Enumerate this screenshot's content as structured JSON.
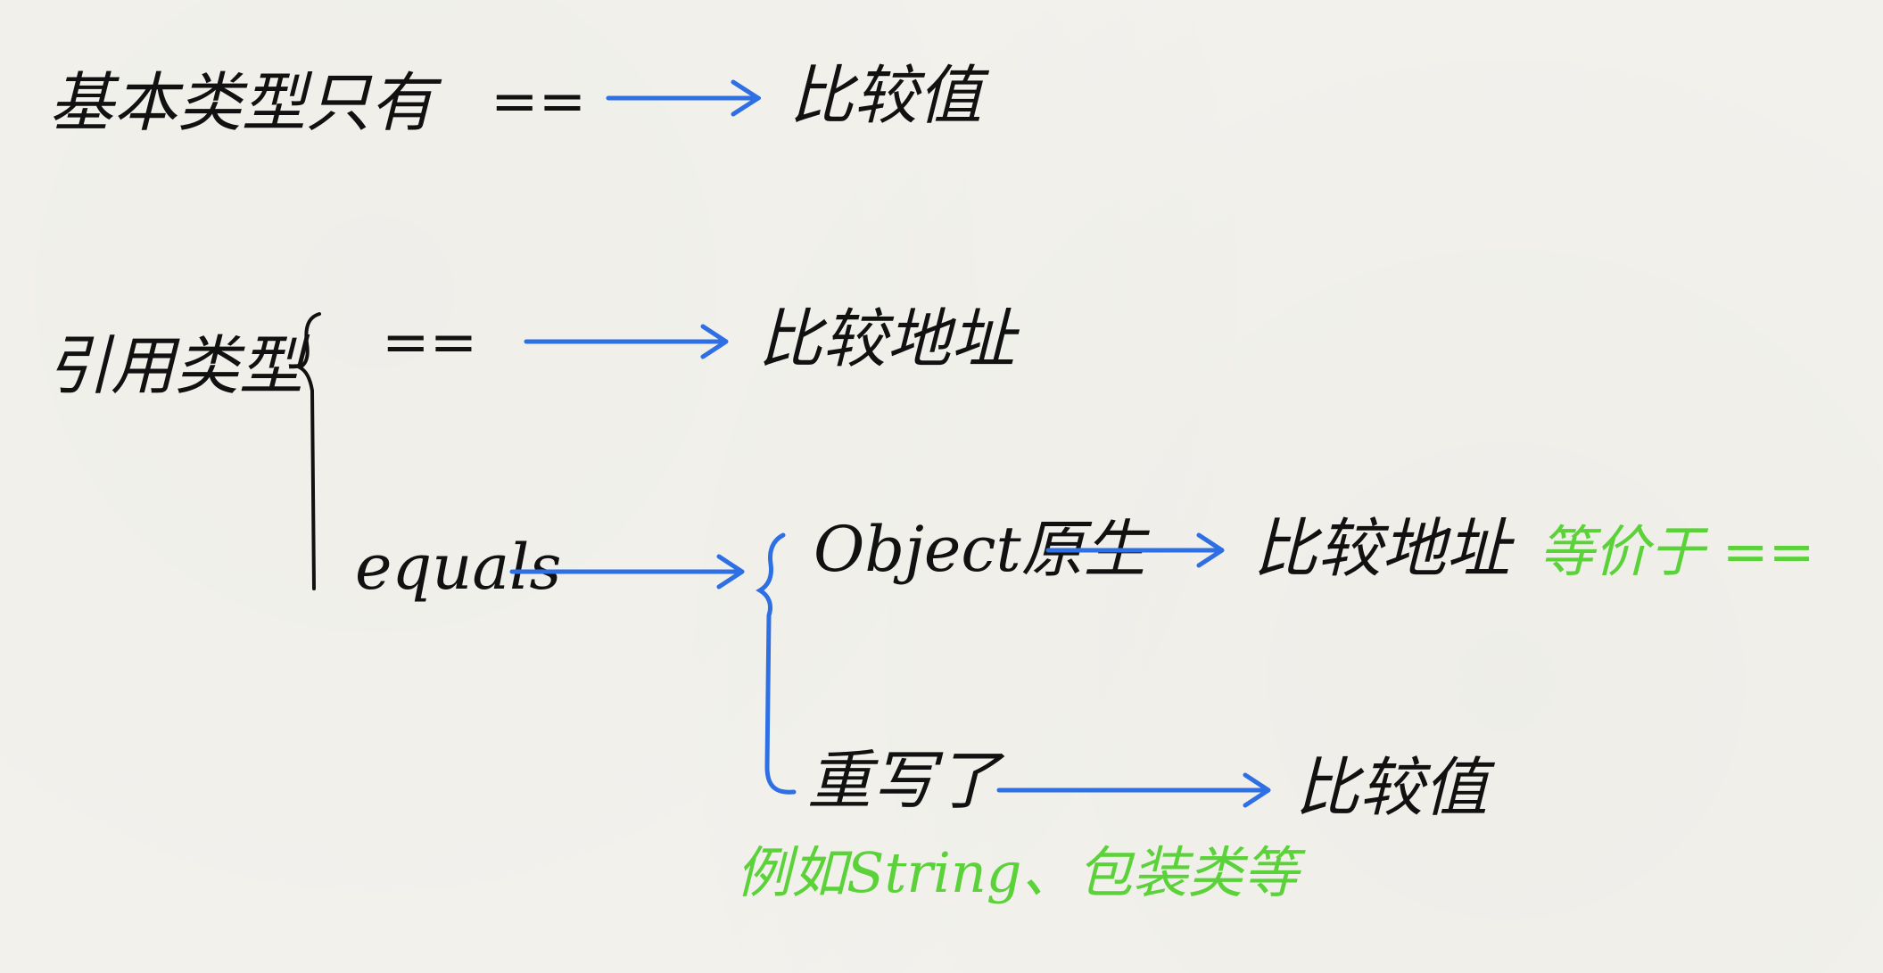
{
  "colors": {
    "ink": "#111111",
    "arrow": "#2f6fe4",
    "note": "#5cd23a",
    "paper": "#f3f2ed"
  },
  "row_primitive": {
    "left": "基本类型只有",
    "operator": "==",
    "result": "比较值"
  },
  "row_reference": {
    "left": "引用类型",
    "branch_eq": {
      "operator": "==",
      "result": "比较地址"
    },
    "branch_equals": {
      "operator": "equals",
      "sub_original": {
        "label": "Object原生",
        "result": "比较地址",
        "note": "等价于 =="
      },
      "sub_overridden": {
        "label": "重写了",
        "result": "比较值",
        "note": "例如String、包装类等"
      }
    }
  }
}
